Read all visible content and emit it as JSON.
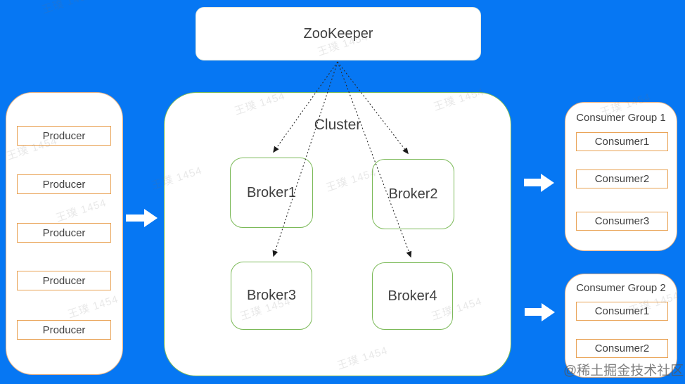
{
  "zookeeper": {
    "label": "ZooKeeper"
  },
  "cluster": {
    "label": "Cluster",
    "brokers": [
      "Broker1",
      "Broker2",
      "Broker3",
      "Broker4"
    ]
  },
  "producers": {
    "items": [
      "Producer",
      "Producer",
      "Producer",
      "Producer",
      "Producer"
    ]
  },
  "consumer_groups": [
    {
      "title": "Consumer Group 1",
      "consumers": [
        "Consumer1",
        "Consumer2",
        "Consumer3"
      ]
    },
    {
      "title": "Consumer Group 2",
      "consumers": [
        "Consumer1",
        "Consumer2"
      ]
    }
  ],
  "watermark": {
    "text": "王璞 1454",
    "credit": "@稀土掘金技术社区"
  },
  "colors": {
    "background": "#0677F3",
    "green": "#7CBA59",
    "orange": "#E9A254",
    "panel_orange": "#E5B183",
    "text": "#3F3F3F"
  }
}
